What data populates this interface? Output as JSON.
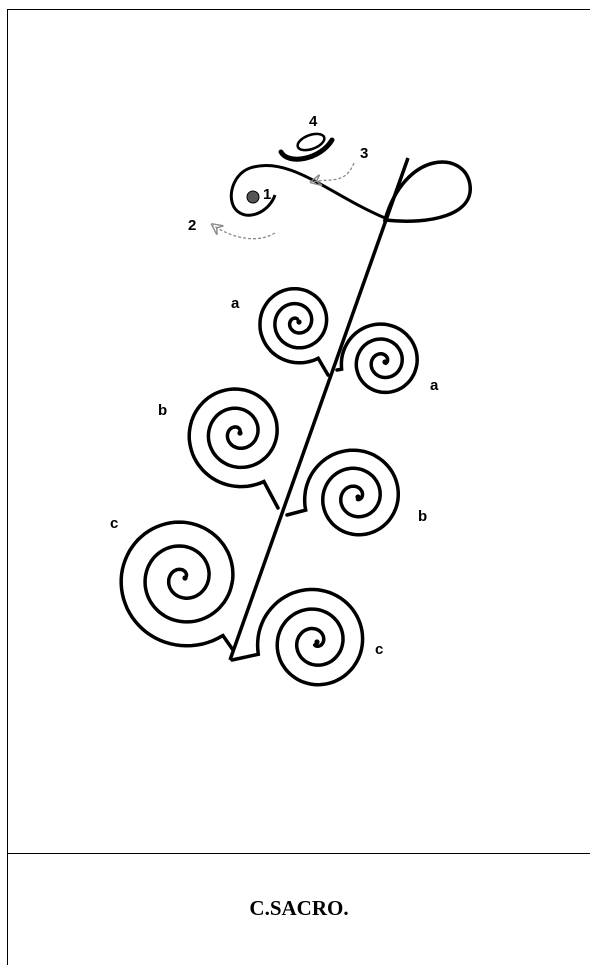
{
  "caption": "C.SACRO.",
  "labels": {
    "step1": "1",
    "step2": "2",
    "step3": "3",
    "step4": "4",
    "a_left": "a",
    "a_right": "a",
    "b_left": "b",
    "b_right": "b",
    "c_left": "c",
    "c_right": "c"
  },
  "colors": {
    "stroke": "#000000",
    "arrow": "#8a8a8a",
    "bead": "#444444"
  }
}
